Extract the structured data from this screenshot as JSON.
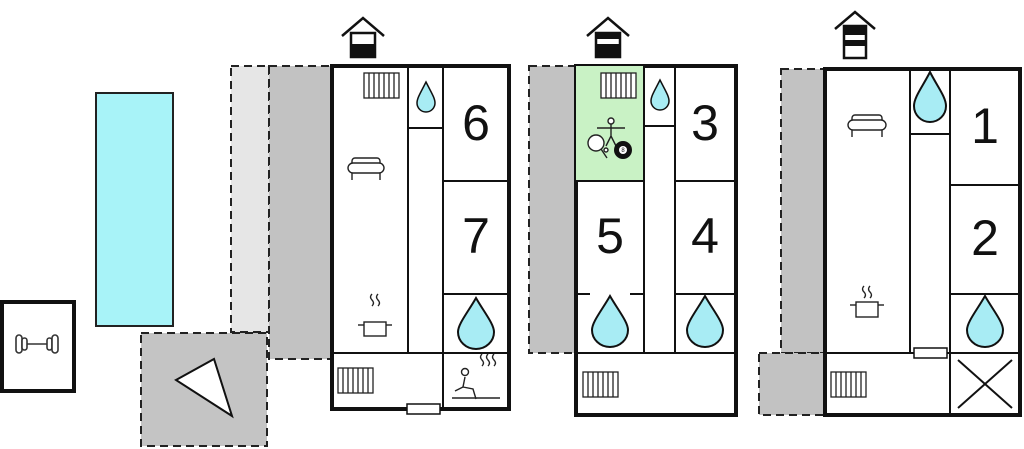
{
  "colors": {
    "pool": "#a8f3f8",
    "terrace": "#c8c8c8",
    "terrace_light": "#e6e6e6",
    "water": "#a8ecf4",
    "games_room": "#c9f2c5",
    "wall": "#111111"
  },
  "houses": [
    {
      "entrance_icon": "house-entrance-icon",
      "rooms": [
        {
          "label": "6",
          "type": "bedroom"
        },
        {
          "label": "7",
          "type": "bedroom"
        }
      ],
      "icons": [
        "radiator-icon",
        "bathroom-drop-icon",
        "sofa-icon",
        "cooking-pot-icon",
        "sauna-icon",
        "door-icon"
      ]
    },
    {
      "entrance_icon": "house-entrance-icon",
      "rooms": [
        {
          "label": "3",
          "type": "bedroom"
        },
        {
          "label": "5",
          "type": "bedroom"
        },
        {
          "label": "4",
          "type": "bedroom"
        }
      ],
      "icons": [
        "radiator-icon",
        "bathroom-drop-icon",
        "table-football-icon",
        "table-tennis-icon",
        "billiards-icon"
      ]
    },
    {
      "entrance_icon": "house-entrance-icon",
      "rooms": [
        {
          "label": "1",
          "type": "bedroom"
        },
        {
          "label": "2",
          "type": "bedroom"
        }
      ],
      "icons": [
        "sofa-icon",
        "bathroom-drop-icon",
        "cooking-pot-icon",
        "radiator-icon",
        "door-icon"
      ]
    }
  ],
  "outdoor": [
    "gym-icon",
    "pool",
    "terrace",
    "sunshade-icon"
  ]
}
